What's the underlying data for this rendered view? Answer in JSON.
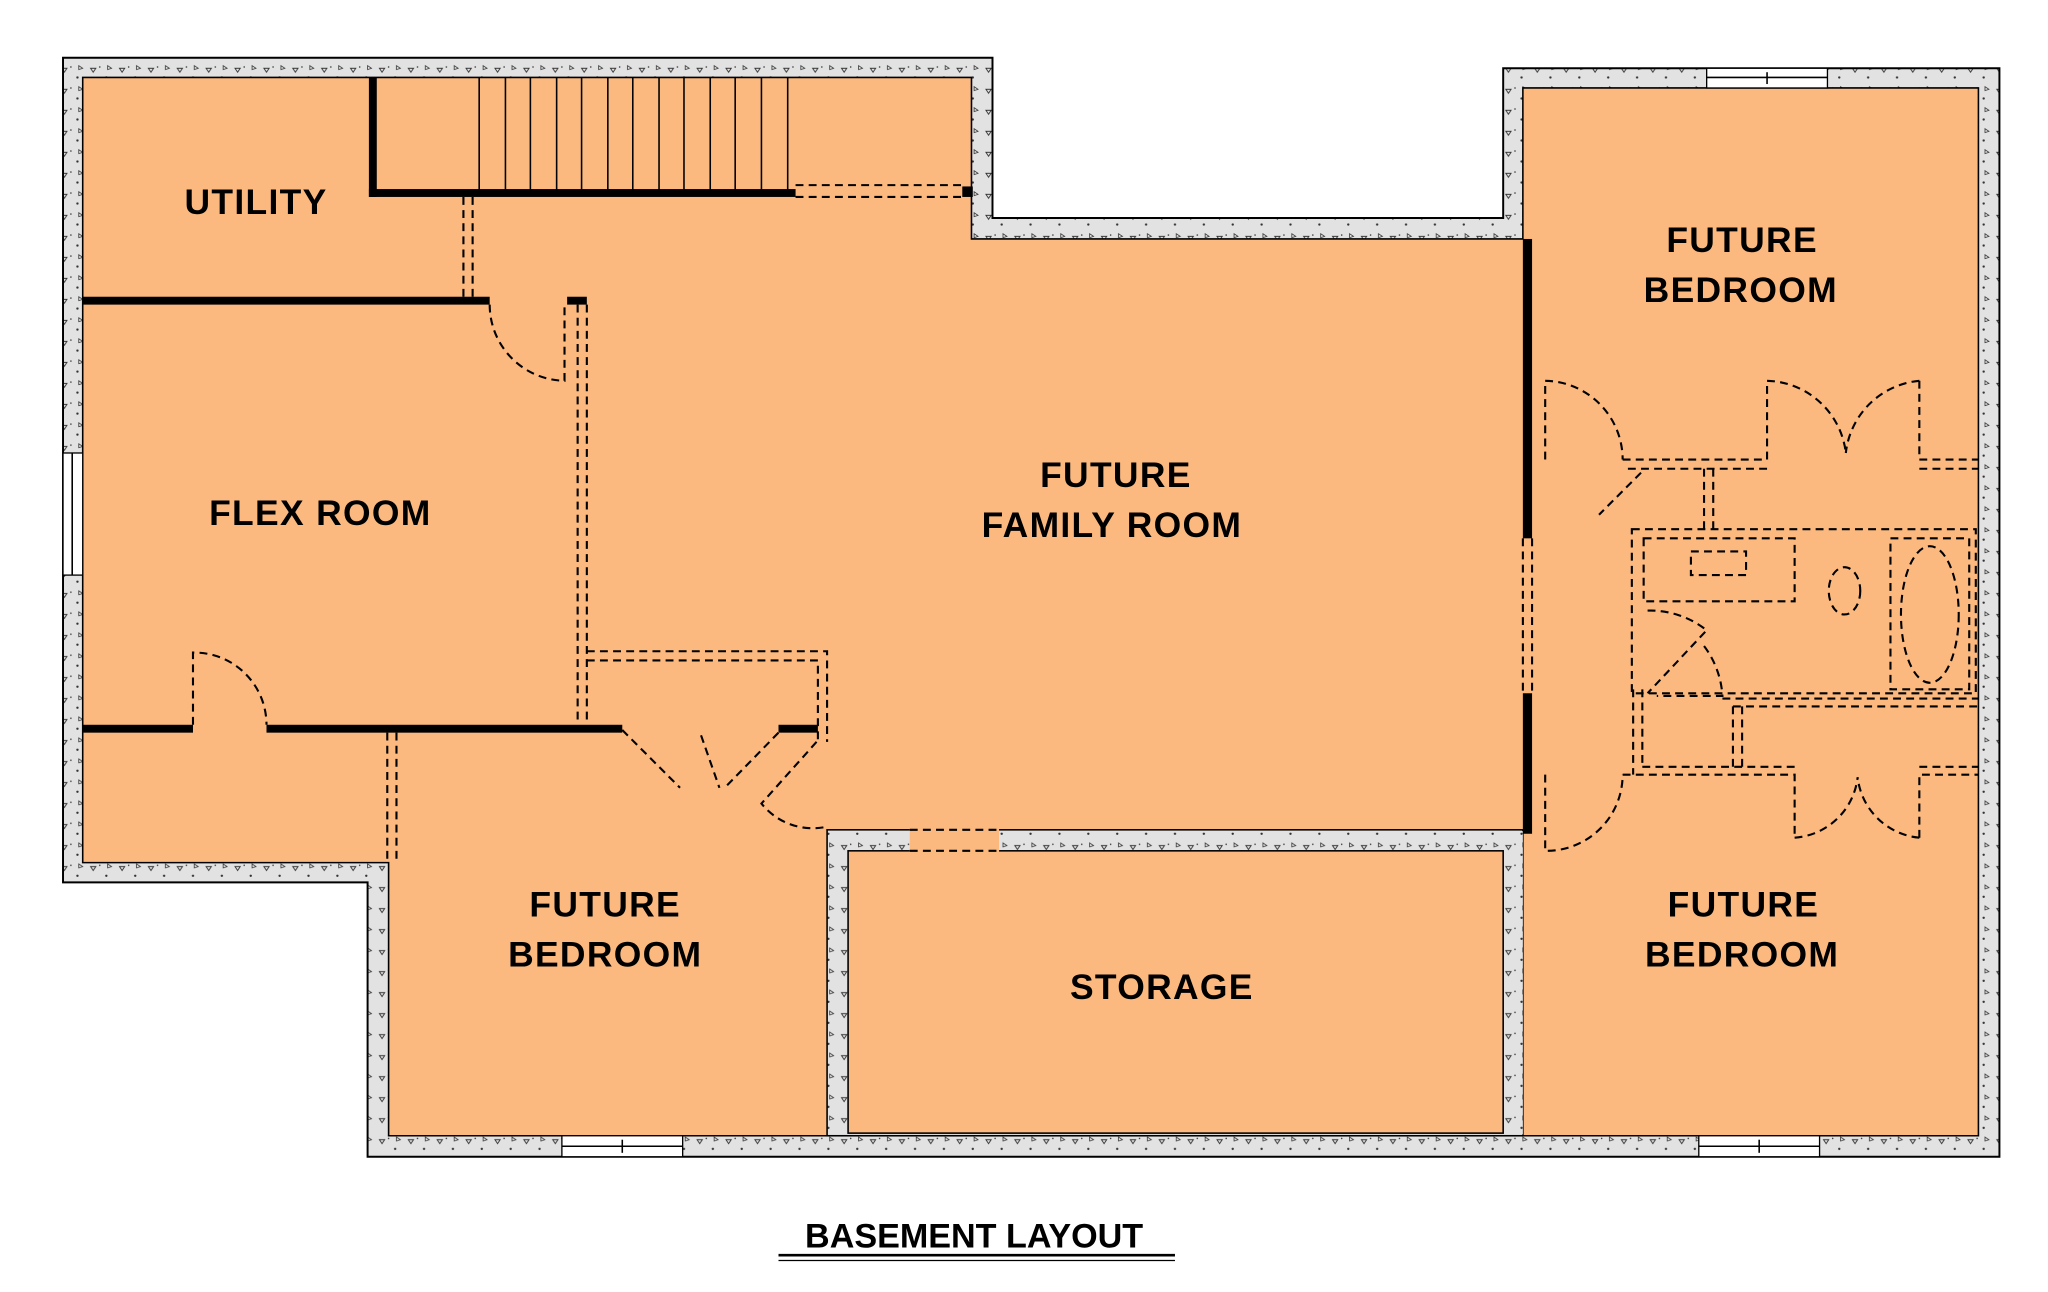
{
  "title": "BASEMENT LAYOUT",
  "rooms": {
    "utility": "UTILITY",
    "flex_room": "FLEX ROOM",
    "family_room_line1": "FUTURE",
    "family_room_line2": "FAMILY ROOM",
    "bedroom_top_right_line1": "FUTURE",
    "bedroom_top_right_line2": "BEDROOM",
    "bedroom_bottom_left_line1": "FUTURE",
    "bedroom_bottom_left_line2": "BEDROOM",
    "storage": "STORAGE",
    "bedroom_bottom_right_line1": "FUTURE",
    "bedroom_bottom_right_line2": "BEDROOM"
  },
  "colors": {
    "floor": "#FBB97F",
    "concrete": "#E2E2E2",
    "wall": "#000000"
  }
}
